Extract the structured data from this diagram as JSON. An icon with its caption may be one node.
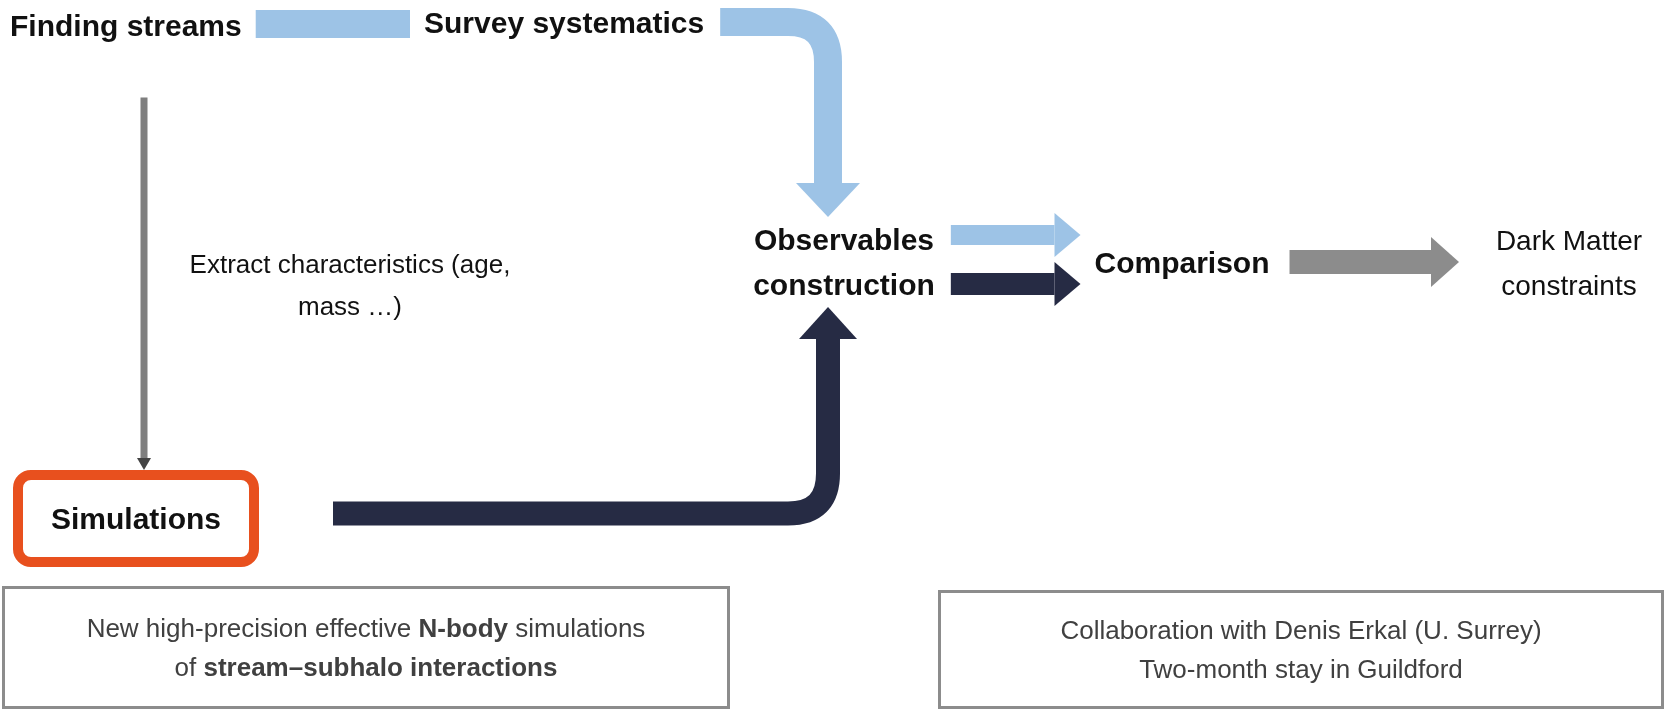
{
  "diagram": {
    "nodes": [
      {
        "text": [
          "Finding streams"
        ]
      },
      {
        "text": [
          "Survey systematics"
        ]
      },
      {
        "text": [
          "Observables construction"
        ]
      },
      {
        "text": [
          "Comparison"
        ]
      },
      {
        "text": [
          "Dark Matter constraints"
        ]
      },
      {
        "text": [
          "Simulations"
        ]
      },
      {
        "text": [
          "New high-precision effective **N-body** simulations of **stream–subhalo interactions**"
        ]
      },
      {
        "text": [
          "Collaboration with Denis Erkal (U. Surrey)",
          "Two-month stay in Guildford"
        ]
      }
    ],
    "edges": [
      {
        "from": 0,
        "to": 1,
        "arrow": "none",
        "color": "#9dc3e6"
      },
      {
        "from": 0,
        "to": 5,
        "arrow": "to",
        "label": "Extract characteristics (age, mass …)",
        "color": "#7f7f7f"
      },
      {
        "from": 1,
        "to": 2,
        "arrow": "to",
        "color": "#9dc3e6"
      },
      {
        "from": 5,
        "to": 2,
        "arrow": "to",
        "color": "#262b44"
      },
      {
        "from": 2,
        "to": 3,
        "arrow": "to",
        "color": "#9dc3e6"
      },
      {
        "from": 2,
        "to": 3,
        "arrow": "to",
        "color": "#262b44"
      },
      {
        "from": 3,
        "to": 4,
        "arrow": "to",
        "color": "#8c8c8c"
      }
    ]
  }
}
